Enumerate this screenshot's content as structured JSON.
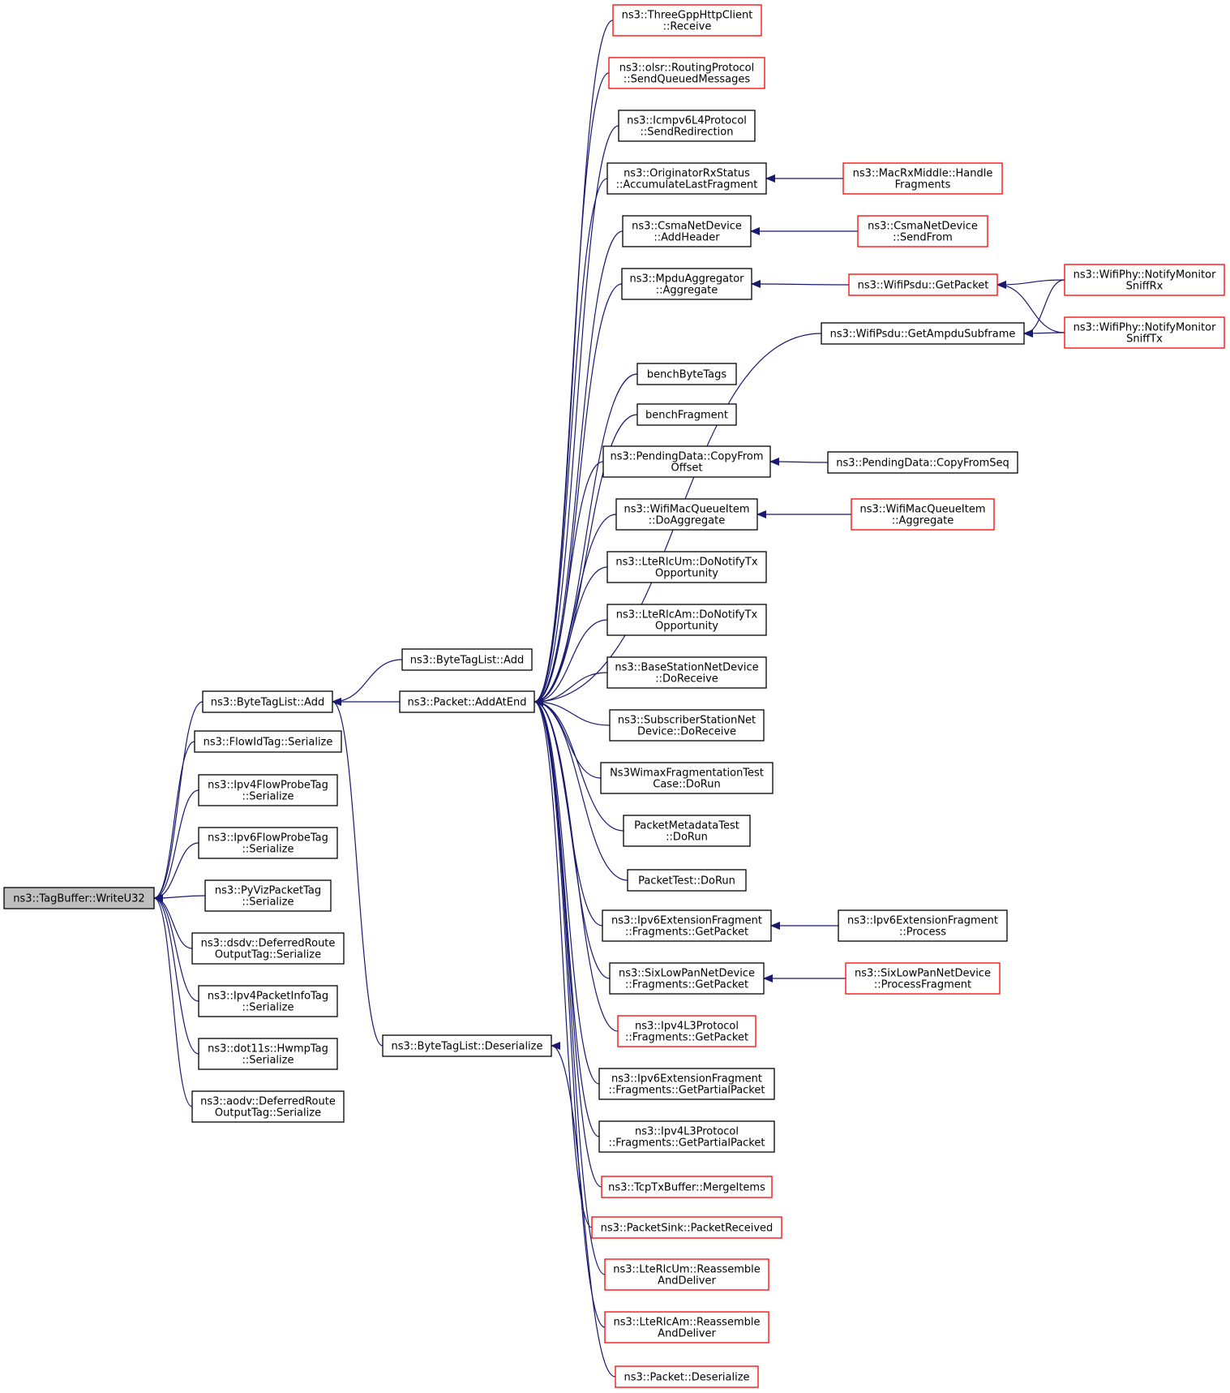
{
  "colors": {
    "edge": "#191970",
    "node_border_black": "#000000",
    "node_border_red": "#ff0000",
    "root_fill": "#bfbfbf",
    "background": "#ffffff"
  },
  "nodes": [
    {
      "id": "root",
      "lines": [
        "ns3::TagBuffer::WriteU32"
      ],
      "border": "black",
      "root": true
    },
    {
      "id": "btl_add_l",
      "lines": [
        "ns3::ByteTagList::Add"
      ],
      "border": "black"
    },
    {
      "id": "flowid",
      "lines": [
        "ns3::FlowIdTag::Serialize"
      ],
      "border": "black"
    },
    {
      "id": "ipv4flow",
      "lines": [
        "ns3::Ipv4FlowProbeTag",
        "::Serialize"
      ],
      "border": "black"
    },
    {
      "id": "ipv6flow",
      "lines": [
        "ns3::Ipv6FlowProbeTag",
        "::Serialize"
      ],
      "border": "black"
    },
    {
      "id": "pyviz",
      "lines": [
        "ns3::PyVizPacketTag",
        "::Serialize"
      ],
      "border": "black"
    },
    {
      "id": "dsdv",
      "lines": [
        "ns3::dsdv::DeferredRoute",
        "OutputTag::Serialize"
      ],
      "border": "black"
    },
    {
      "id": "ipv4pkt",
      "lines": [
        "ns3::Ipv4PacketInfoTag",
        "::Serialize"
      ],
      "border": "black"
    },
    {
      "id": "hwmp",
      "lines": [
        "ns3::dot11s::HwmpTag",
        "::Serialize"
      ],
      "border": "black"
    },
    {
      "id": "aodv",
      "lines": [
        "ns3::aodv::DeferredRoute",
        "OutputTag::Serialize"
      ],
      "border": "black"
    },
    {
      "id": "btl_add_m",
      "lines": [
        "ns3::ByteTagList::Add"
      ],
      "border": "black"
    },
    {
      "id": "addatend",
      "lines": [
        "ns3::Packet::AddAtEnd"
      ],
      "border": "black"
    },
    {
      "id": "btl_deser",
      "lines": [
        "ns3::ByteTagList::Deserialize"
      ],
      "border": "black"
    },
    {
      "id": "http",
      "lines": [
        "ns3::ThreeGppHttpClient",
        "::Receive"
      ],
      "border": "red"
    },
    {
      "id": "olsr",
      "lines": [
        "ns3::olsr::RoutingProtocol",
        "::SendQueuedMessages"
      ],
      "border": "red"
    },
    {
      "id": "icmpv6",
      "lines": [
        "ns3::Icmpv6L4Protocol",
        "::SendRedirection"
      ],
      "border": "black"
    },
    {
      "id": "origrx",
      "lines": [
        "ns3::OriginatorRxStatus",
        "::AccumulateLastFragment"
      ],
      "border": "black"
    },
    {
      "id": "csmaadd",
      "lines": [
        "ns3::CsmaNetDevice",
        "::AddHeader"
      ],
      "border": "black"
    },
    {
      "id": "mpdu",
      "lines": [
        "ns3::MpduAggregator",
        "::Aggregate"
      ],
      "border": "black"
    },
    {
      "id": "benchbyte",
      "lines": [
        "benchByteTags"
      ],
      "border": "black"
    },
    {
      "id": "benchfrag",
      "lines": [
        "benchFragment"
      ],
      "border": "black"
    },
    {
      "id": "pendcopy",
      "lines": [
        "ns3::PendingData::CopyFrom",
        "Offset"
      ],
      "border": "black"
    },
    {
      "id": "wifimacq",
      "lines": [
        "ns3::WifiMacQueueItem",
        "::DoAggregate"
      ],
      "border": "black"
    },
    {
      "id": "lteum_tx",
      "lines": [
        "ns3::LteRlcUm::DoNotifyTx",
        "Opportunity"
      ],
      "border": "black"
    },
    {
      "id": "lteam_tx",
      "lines": [
        "ns3::LteRlcAm::DoNotifyTx",
        "Opportunity"
      ],
      "border": "black"
    },
    {
      "id": "bsnd",
      "lines": [
        "ns3::BaseStationNetDevice",
        "::DoReceive"
      ],
      "border": "black"
    },
    {
      "id": "ssnd",
      "lines": [
        "ns3::SubscriberStationNet",
        "Device::DoReceive"
      ],
      "border": "black"
    },
    {
      "id": "wimaxfrag",
      "lines": [
        "Ns3WimaxFragmentationTest",
        "Case::DoRun"
      ],
      "border": "black"
    },
    {
      "id": "pktmeta",
      "lines": [
        "PacketMetadataTest",
        "::DoRun"
      ],
      "border": "black"
    },
    {
      "id": "pkttest",
      "lines": [
        "PacketTest::DoRun"
      ],
      "border": "black"
    },
    {
      "id": "ipv6ext_get",
      "lines": [
        "ns3::Ipv6ExtensionFragment",
        "::Fragments::GetPacket"
      ],
      "border": "black"
    },
    {
      "id": "sixlow_get",
      "lines": [
        "ns3::SixLowPanNetDevice",
        "::Fragments::GetPacket"
      ],
      "border": "black"
    },
    {
      "id": "ipv4l3_get",
      "lines": [
        "ns3::Ipv4L3Protocol",
        "::Fragments::GetPacket"
      ],
      "border": "red"
    },
    {
      "id": "ipv6ext_part",
      "lines": [
        "ns3::Ipv6ExtensionFragment",
        "::Fragments::GetPartialPacket"
      ],
      "border": "black"
    },
    {
      "id": "ipv4l3_part",
      "lines": [
        "ns3::Ipv4L3Protocol",
        "::Fragments::GetPartialPacket"
      ],
      "border": "black"
    },
    {
      "id": "tcptx",
      "lines": [
        "ns3::TcpTxBuffer::MergeItems"
      ],
      "border": "red"
    },
    {
      "id": "pktsink",
      "lines": [
        "ns3::PacketSink::PacketReceived"
      ],
      "border": "red"
    },
    {
      "id": "lteum_re",
      "lines": [
        "ns3::LteRlcUm::Reassemble",
        "AndDeliver"
      ],
      "border": "red"
    },
    {
      "id": "lteam_re",
      "lines": [
        "ns3::LteRlcAm::Reassemble",
        "AndDeliver"
      ],
      "border": "red"
    },
    {
      "id": "pktdeser",
      "lines": [
        "ns3::Packet::Deserialize"
      ],
      "border": "red"
    },
    {
      "id": "macrx",
      "lines": [
        "ns3::MacRxMiddle::Handle",
        "Fragments"
      ],
      "border": "red"
    },
    {
      "id": "csmasend",
      "lines": [
        "ns3::CsmaNetDevice",
        "::SendFrom"
      ],
      "border": "red"
    },
    {
      "id": "psdu_get",
      "lines": [
        "ns3::WifiPsdu::GetPacket"
      ],
      "border": "red"
    },
    {
      "id": "psdu_ampdu",
      "lines": [
        "ns3::WifiPsdu::GetAmpduSubframe"
      ],
      "border": "black"
    },
    {
      "id": "pendseq",
      "lines": [
        "ns3::PendingData::CopyFromSeq"
      ],
      "border": "black"
    },
    {
      "id": "wifimacq_agg",
      "lines": [
        "ns3::WifiMacQueueItem",
        "::Aggregate"
      ],
      "border": "red"
    },
    {
      "id": "ipv6ext_proc",
      "lines": [
        "ns3::Ipv6ExtensionFragment",
        "::Process"
      ],
      "border": "black"
    },
    {
      "id": "sixlow_proc",
      "lines": [
        "ns3::SixLowPanNetDevice",
        "::ProcessFragment"
      ],
      "border": "red"
    },
    {
      "id": "nm_rx",
      "lines": [
        "ns3::WifiPhy::NotifyMonitor",
        "SniffRx"
      ],
      "border": "red"
    },
    {
      "id": "nm_tx",
      "lines": [
        "ns3::WifiPhy::NotifyMonitor",
        "SniffTx"
      ],
      "border": "red"
    }
  ],
  "edges": [
    [
      "btl_add_l",
      "root"
    ],
    [
      "flowid",
      "root"
    ],
    [
      "ipv4flow",
      "root"
    ],
    [
      "ipv6flow",
      "root"
    ],
    [
      "pyviz",
      "root"
    ],
    [
      "dsdv",
      "root"
    ],
    [
      "ipv4pkt",
      "root"
    ],
    [
      "hwmp",
      "root"
    ],
    [
      "aodv",
      "root"
    ],
    [
      "btl_add_m",
      "btl_add_l"
    ],
    [
      "addatend",
      "btl_add_l"
    ],
    [
      "btl_deser",
      "btl_add_l"
    ],
    [
      "http",
      "addatend"
    ],
    [
      "olsr",
      "addatend"
    ],
    [
      "icmpv6",
      "addatend"
    ],
    [
      "origrx",
      "addatend"
    ],
    [
      "csmaadd",
      "addatend"
    ],
    [
      "mpdu",
      "addatend"
    ],
    [
      "psdu_ampdu",
      "addatend"
    ],
    [
      "benchbyte",
      "addatend"
    ],
    [
      "benchfrag",
      "addatend"
    ],
    [
      "pendcopy",
      "addatend"
    ],
    [
      "wifimacq",
      "addatend"
    ],
    [
      "lteum_tx",
      "addatend"
    ],
    [
      "lteam_tx",
      "addatend"
    ],
    [
      "bsnd",
      "addatend"
    ],
    [
      "ssnd",
      "addatend"
    ],
    [
      "wimaxfrag",
      "addatend"
    ],
    [
      "pktmeta",
      "addatend"
    ],
    [
      "pkttest",
      "addatend"
    ],
    [
      "ipv6ext_get",
      "addatend"
    ],
    [
      "sixlow_get",
      "addatend"
    ],
    [
      "ipv4l3_get",
      "addatend"
    ],
    [
      "ipv6ext_part",
      "addatend"
    ],
    [
      "ipv4l3_part",
      "addatend"
    ],
    [
      "tcptx",
      "addatend"
    ],
    [
      "pktsink",
      "addatend"
    ],
    [
      "lteum_re",
      "addatend"
    ],
    [
      "lteam_re",
      "addatend"
    ],
    [
      "pktdeser",
      "btl_deser"
    ],
    [
      "macrx",
      "origrx"
    ],
    [
      "csmasend",
      "csmaadd"
    ],
    [
      "psdu_get",
      "mpdu"
    ],
    [
      "nm_rx",
      "psdu_get"
    ],
    [
      "nm_tx",
      "psdu_get"
    ],
    [
      "nm_rx",
      "psdu_ampdu"
    ],
    [
      "nm_tx",
      "psdu_ampdu"
    ],
    [
      "pendseq",
      "pendcopy"
    ],
    [
      "wifimacq_agg",
      "wifimacq"
    ],
    [
      "ipv6ext_proc",
      "ipv6ext_get"
    ],
    [
      "sixlow_proc",
      "sixlow_get"
    ]
  ]
}
